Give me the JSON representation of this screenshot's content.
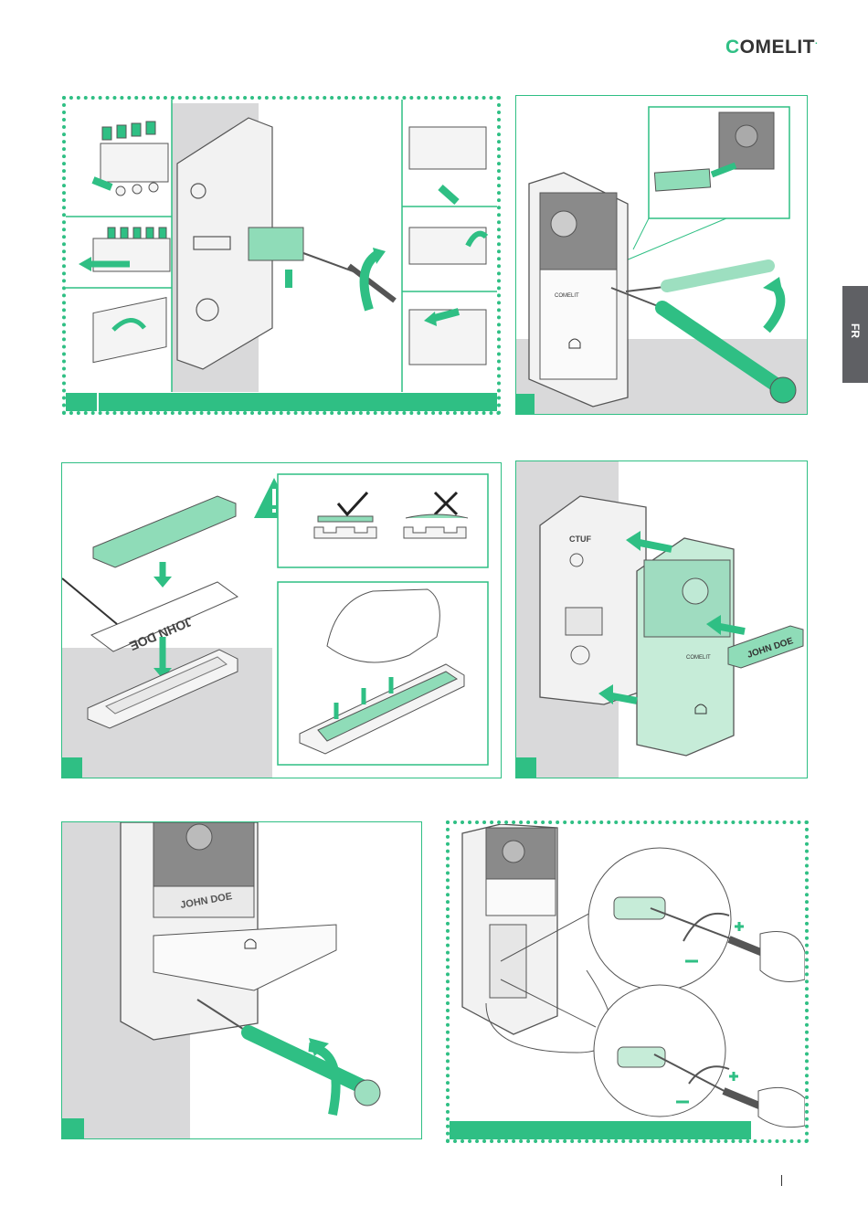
{
  "brand": {
    "logo_text": "COMELIT",
    "logo_initial": "C",
    "logo_rest": "OMELIT",
    "logo_dot": "."
  },
  "language_tab": "FR",
  "device_labels": {
    "nameplate": "JOHN DOE",
    "nameplate_mirrored": "JOHN DOE",
    "front_brand": "COMELIT",
    "terminal_mark": "CTUF"
  },
  "colors": {
    "accent": "#2fbf84",
    "tab_grey": "#5f6064",
    "floor_grey": "#d9d9da"
  },
  "icons": [
    "checkmark-icon",
    "cross-icon",
    "warning-icon",
    "bell-icon",
    "rotate-arrow-icon",
    "plus-icon",
    "minus-icon"
  ]
}
